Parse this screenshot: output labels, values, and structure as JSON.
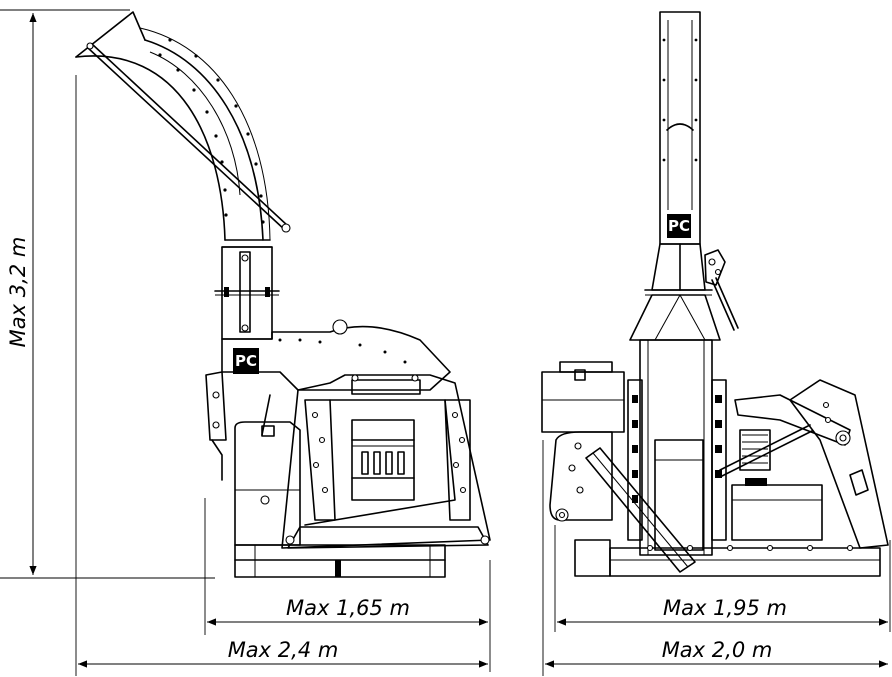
{
  "dimensions": {
    "height": "Max 3,2 m",
    "side_inner_width": "Max 1,65 m",
    "side_overall_width": "Max 2,4 m",
    "front_inner_width": "Max 1,95 m",
    "front_overall_width": "Max 2,0 m"
  },
  "logos": {
    "side": "PC",
    "front": "PC"
  }
}
